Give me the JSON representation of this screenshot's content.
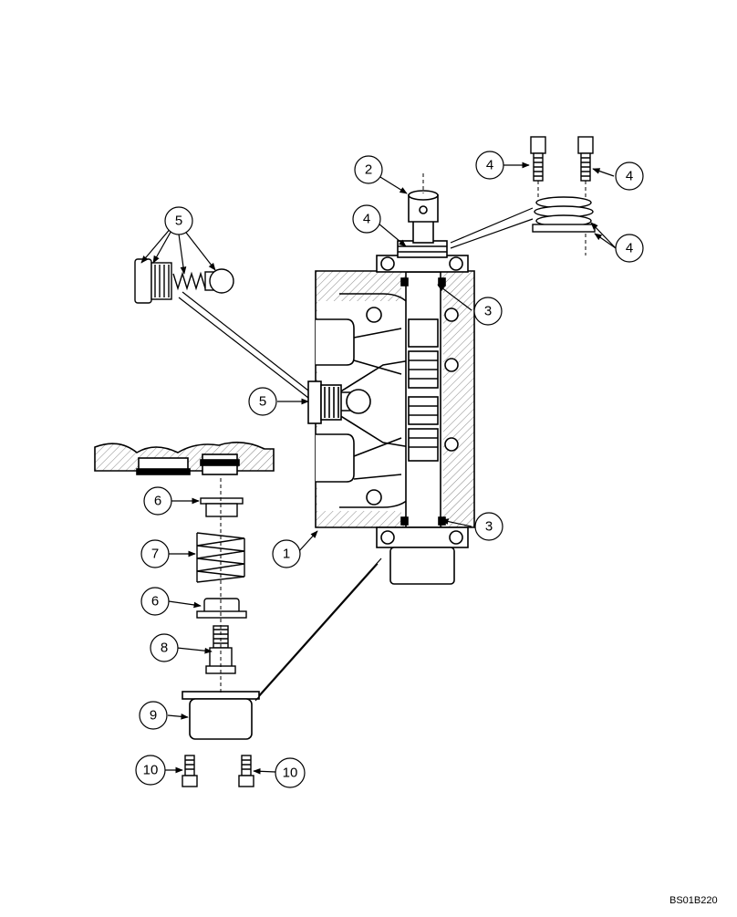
{
  "drawing_code": "BS01B220",
  "callouts": [
    {
      "id": "c1",
      "label": "1"
    },
    {
      "id": "c2",
      "label": "2"
    },
    {
      "id": "c3a",
      "label": "3"
    },
    {
      "id": "c3b",
      "label": "3"
    },
    {
      "id": "c4a",
      "label": "4"
    },
    {
      "id": "c4b",
      "label": "4"
    },
    {
      "id": "c4c",
      "label": "4"
    },
    {
      "id": "c4d",
      "label": "4"
    },
    {
      "id": "c5a",
      "label": "5"
    },
    {
      "id": "c5b",
      "label": "5"
    },
    {
      "id": "c6a",
      "label": "6"
    },
    {
      "id": "c6b",
      "label": "6"
    },
    {
      "id": "c7",
      "label": "7"
    },
    {
      "id": "c8",
      "label": "8"
    },
    {
      "id": "c9",
      "label": "9"
    },
    {
      "id": "c10a",
      "label": "10"
    },
    {
      "id": "c10b",
      "label": "10"
    }
  ]
}
